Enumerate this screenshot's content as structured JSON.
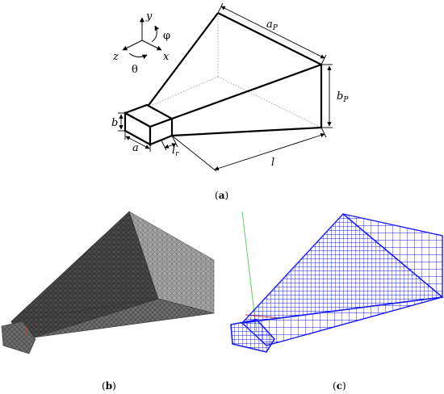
{
  "panel_a": {
    "axes": {
      "y": "y",
      "z": "z",
      "x": "x",
      "phi": "φ",
      "theta": "θ"
    },
    "dims": {
      "ap": "a",
      "ap_sub": "P",
      "bp": "b",
      "bp_sub": "P",
      "b": "b",
      "a": "a",
      "lr": "l",
      "lr_sub": "r",
      "l": "l"
    },
    "caption": {
      "open": "(",
      "letter": "a",
      "close": ")"
    }
  },
  "panel_b": {
    "caption": {
      "open": "(",
      "letter": "b",
      "close": ")"
    }
  },
  "panel_c": {
    "caption": {
      "open": "(",
      "letter": "c",
      "close": ")"
    }
  },
  "colors": {
    "mesh_b_dark": "#3a3a3a",
    "mesh_b_light": "#9c9c9c",
    "grid_c": "#1a1aff",
    "axis_green": "#66cc66",
    "axis_red": "#cc3333"
  }
}
